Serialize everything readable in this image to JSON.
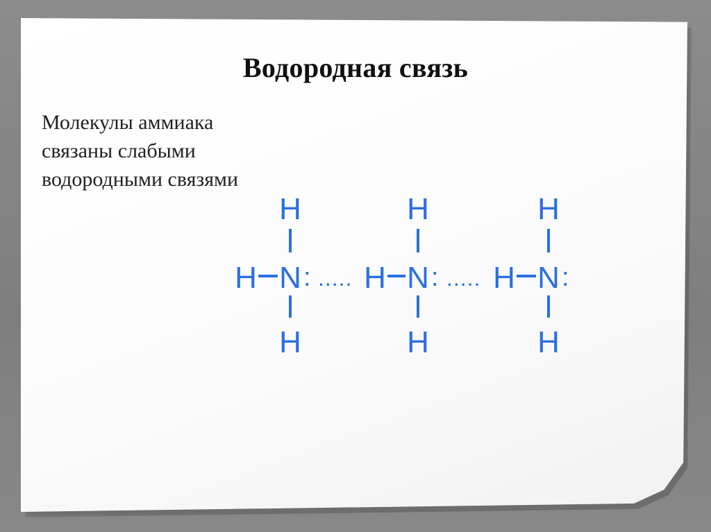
{
  "slide": {
    "title": "Водородная связь",
    "description_lines": [
      "Молекулы аммиака",
      "связаны слабыми",
      "водородными связями"
    ]
  },
  "diagram": {
    "molecules": [
      {
        "left_atom": "H",
        "center_atom": "N",
        "top_atom": "H",
        "bottom_atom": "H",
        "lone_pair": ":"
      },
      {
        "left_atom": "H",
        "center_atom": "N",
        "top_atom": "H",
        "bottom_atom": "H",
        "lone_pair": ":"
      },
      {
        "left_atom": "H",
        "center_atom": "N",
        "top_atom": "H",
        "bottom_atom": "H",
        "lone_pair": ":"
      }
    ],
    "hydrogen_bond_marks": [
      ".....",
      "....."
    ],
    "color": "#2b6fe0"
  }
}
